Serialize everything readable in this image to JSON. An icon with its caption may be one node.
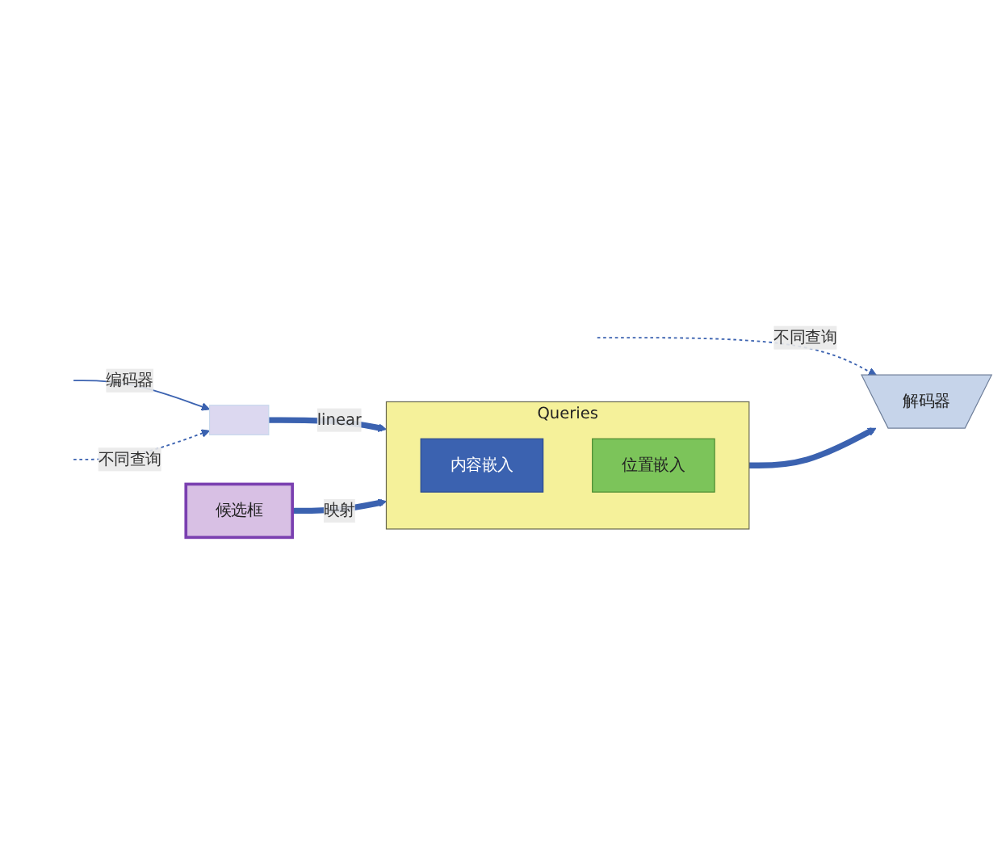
{
  "diagram": {
    "nodes": [
      {
        "text": [],
        "shape": "box"
      },
      {
        "text": [
          "Queries"
        ]
      },
      {
        "text": [
          "内容嵌入"
        ],
        "in": 1
      },
      {
        "text": [
          "位置嵌入"
        ],
        "in": 1
      },
      {
        "text": [
          "候选框"
        ]
      },
      {
        "text": [
          "解码器"
        ]
      }
    ],
    "edges": [
      {
        "from": null,
        "to": 0,
        "arrow": "to",
        "label": "编码器"
      },
      {
        "from": null,
        "to": 0,
        "arrow": "to",
        "label": "不同查询",
        "style": "dashed"
      },
      {
        "from": 0,
        "to": 1,
        "arrow": "to",
        "label": "linear",
        "style": "thick"
      },
      {
        "from": 4,
        "to": 1,
        "arrow": "to",
        "label": "映射",
        "style": "thick"
      },
      {
        "from": 1,
        "to": 5,
        "arrow": "to",
        "style": "thick"
      },
      {
        "from": null,
        "to": 5,
        "arrow": "to",
        "label": "不同查询",
        "style": "dashed"
      }
    ]
  }
}
